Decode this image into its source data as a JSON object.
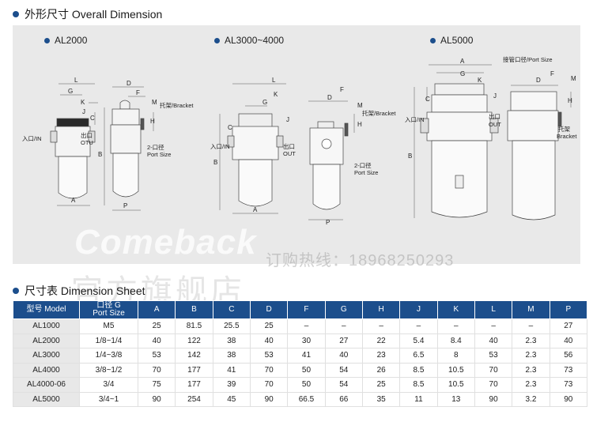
{
  "overall": {
    "title": "外形尺寸 Overall Dimension"
  },
  "drawings": {
    "al2000": {
      "label": "AL2000",
      "dims": [
        "L",
        "G",
        "K",
        "J",
        "C",
        "B",
        "A",
        "D",
        "F",
        "M",
        "H",
        "P"
      ],
      "inlet": "入口/IN",
      "outlet_cn": "出口",
      "outlet_en": "OTU",
      "bracket": "托架/Bracket",
      "port_cn": "2-口径",
      "port_en": "Port Size"
    },
    "al3000": {
      "label": "AL3000~4000",
      "dims": [
        "L",
        "C",
        "K",
        "G",
        "J",
        "B",
        "A",
        "D",
        "F",
        "M",
        "H",
        "P"
      ],
      "inlet": "入口/IN",
      "outlet_cn": "出口",
      "outlet_en": "OUT",
      "bracket": "托架/Bracket",
      "port_cn": "2-口径",
      "port_en": "Port Size"
    },
    "al5000": {
      "label": "AL5000",
      "dims": [
        "A",
        "G",
        "K",
        "C",
        "J",
        "B",
        "D",
        "F",
        "M",
        "H"
      ],
      "inlet": "入口/IN",
      "outlet_cn": "出口",
      "outlet_en": "OUT",
      "port_label": "接管口径/Port Size",
      "bracket_cn": "托架",
      "bracket_en": "Bracket"
    }
  },
  "watermark": {
    "brand": "Comeback",
    "hotline": "订购热线：18968250293",
    "shop": "官方旗舰店"
  },
  "dimension_sheet": {
    "title": "尺寸表 Dimension Sheet",
    "headers": {
      "model": "型号 Model",
      "port_cn": "口径 G",
      "port_en": "Port Size",
      "cols": [
        "A",
        "B",
        "C",
        "D",
        "F",
        "G",
        "H",
        "J",
        "K",
        "L",
        "M",
        "P"
      ]
    },
    "rows": [
      {
        "model": "AL1000",
        "port": "M5",
        "values": [
          "25",
          "81.5",
          "25.5",
          "25",
          "–",
          "–",
          "–",
          "–",
          "–",
          "–",
          "–",
          "27"
        ]
      },
      {
        "model": "AL2000",
        "port": "1/8~1/4",
        "values": [
          "40",
          "122",
          "38",
          "40",
          "30",
          "27",
          "22",
          "5.4",
          "8.4",
          "40",
          "2.3",
          "40"
        ]
      },
      {
        "model": "AL3000",
        "port": "1/4~3/8",
        "values": [
          "53",
          "142",
          "38",
          "53",
          "41",
          "40",
          "23",
          "6.5",
          "8",
          "53",
          "2.3",
          "56"
        ]
      },
      {
        "model": "AL4000",
        "port": "3/8~1/2",
        "values": [
          "70",
          "177",
          "41",
          "70",
          "50",
          "54",
          "26",
          "8.5",
          "10.5",
          "70",
          "2.3",
          "73"
        ]
      },
      {
        "model": "AL4000-06",
        "port": "3/4",
        "values": [
          "75",
          "177",
          "39",
          "70",
          "50",
          "54",
          "25",
          "8.5",
          "10.5",
          "70",
          "2.3",
          "73"
        ]
      },
      {
        "model": "AL5000",
        "port": "3/4~1",
        "values": [
          "90",
          "254",
          "45",
          "90",
          "66.5",
          "66",
          "35",
          "11",
          "13",
          "90",
          "3.2",
          "90"
        ]
      }
    ]
  }
}
